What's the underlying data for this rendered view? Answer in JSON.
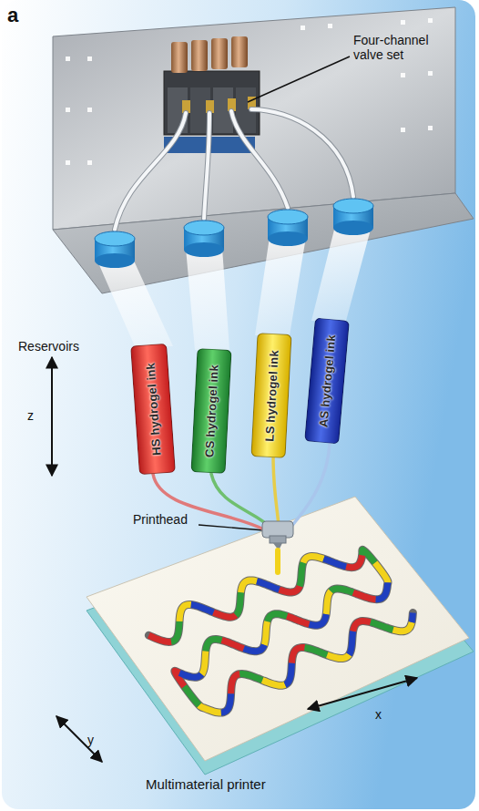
{
  "diagram": {
    "nodes": [
      {
        "text": [
          "HS hydrogel ink"
        ]
      },
      {
        "text": [
          "CS hydrogel ink"
        ]
      },
      {
        "text": [
          "LS hydrogel ink"
        ]
      },
      {
        "text": [
          "AS hydrogel ink"
        ]
      }
    ],
    "labels": [
      "a",
      "Four-channel valve set",
      "Reservoirs",
      "z",
      "Printhead",
      "y",
      "x",
      "Multimaterial printer"
    ]
  }
}
